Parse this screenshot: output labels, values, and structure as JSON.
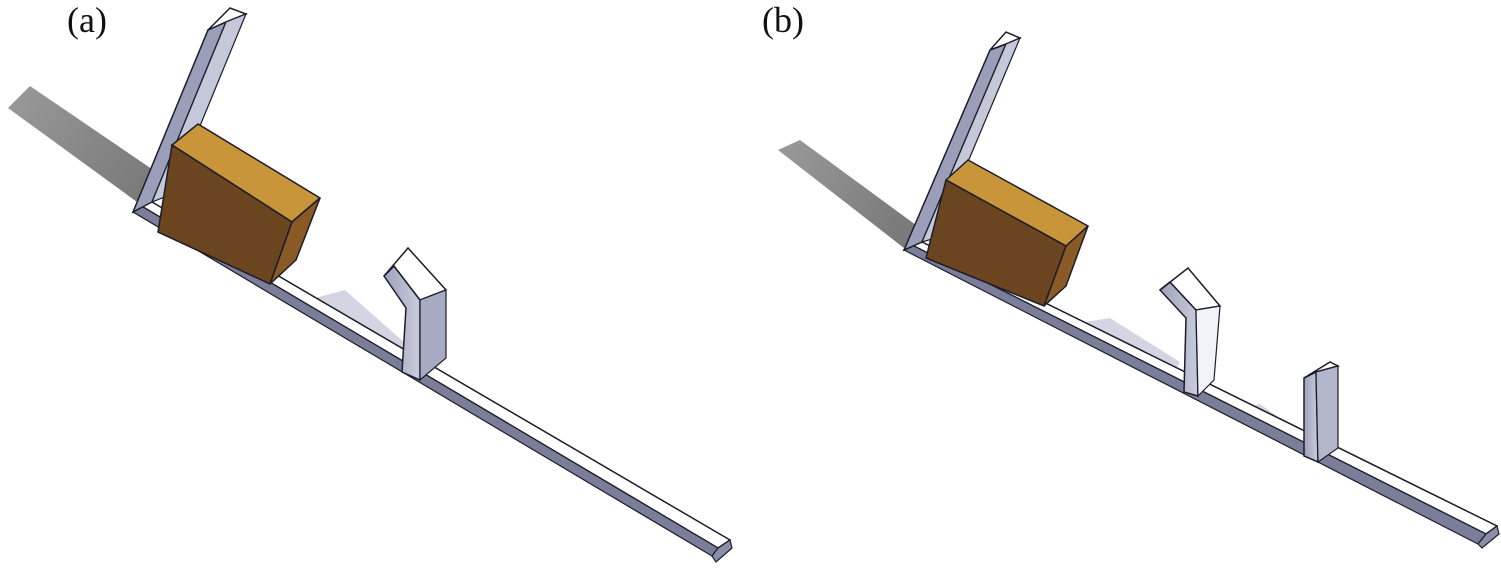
{
  "panels": [
    {
      "label": "(a)",
      "vertical_fins": 1
    },
    {
      "label": "(b)",
      "vertical_fins": 2
    }
  ],
  "colors": {
    "shadow": "#8c8c8c",
    "board_face": "#ffffff",
    "board_side": "#8a8ea6",
    "board_front": "#6e728c",
    "fin_face": "#b9bdd0",
    "box_top": "#c8953a",
    "box_front": "#6b4420",
    "box_side": "#8a5a26",
    "outline": "#1c1c2a"
  }
}
